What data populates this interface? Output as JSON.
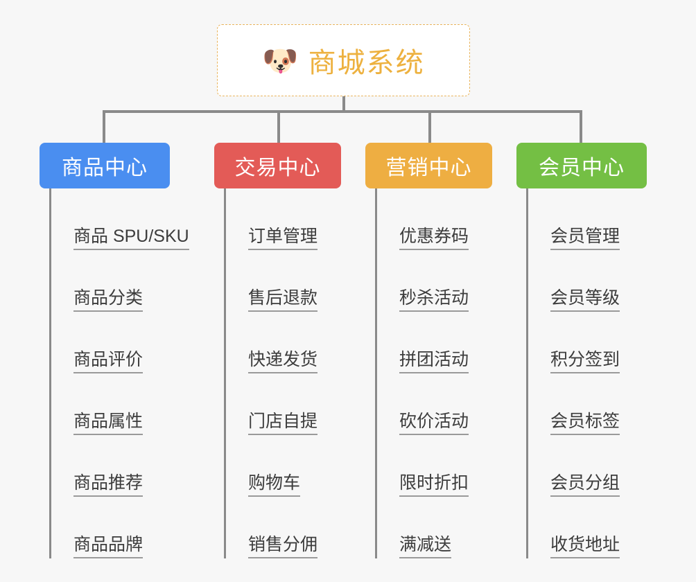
{
  "canvas": {
    "background": "#f7f7f7",
    "connector_color": "#8a8a8a"
  },
  "root": {
    "icon": "dog-face-emoji",
    "emoji": "🐶",
    "title": "商城系统",
    "text_color": "#edb13f",
    "border_color": "#e9b45c",
    "fill": "#ffffff"
  },
  "columns": [
    {
      "id": "product-center",
      "label": "商品中心",
      "color": "#4a8ef0",
      "items": [
        {
          "label": "商品 SPU/SKU"
        },
        {
          "label": "商品分类"
        },
        {
          "label": "商品评价"
        },
        {
          "label": "商品属性"
        },
        {
          "label": "商品推荐"
        },
        {
          "label": "商品品牌"
        }
      ]
    },
    {
      "id": "trade-center",
      "label": "交易中心",
      "color": "#e35b57",
      "items": [
        {
          "label": "订单管理"
        },
        {
          "label": "售后退款"
        },
        {
          "label": "快递发货"
        },
        {
          "label": "门店自提"
        },
        {
          "label": "购物车"
        },
        {
          "label": "销售分佣"
        }
      ]
    },
    {
      "id": "marketing-center",
      "label": "营销中心",
      "color": "#eeae42",
      "items": [
        {
          "label": "优惠券码"
        },
        {
          "label": "秒杀活动"
        },
        {
          "label": "拼团活动"
        },
        {
          "label": "砍价活动"
        },
        {
          "label": "限时折扣"
        },
        {
          "label": "满减送"
        }
      ]
    },
    {
      "id": "member-center",
      "label": "会员中心",
      "color": "#74bf44",
      "items": [
        {
          "label": "会员管理"
        },
        {
          "label": "会员等级"
        },
        {
          "label": "积分签到"
        },
        {
          "label": "会员标签"
        },
        {
          "label": "会员分组"
        },
        {
          "label": "收货地址"
        }
      ]
    }
  ]
}
